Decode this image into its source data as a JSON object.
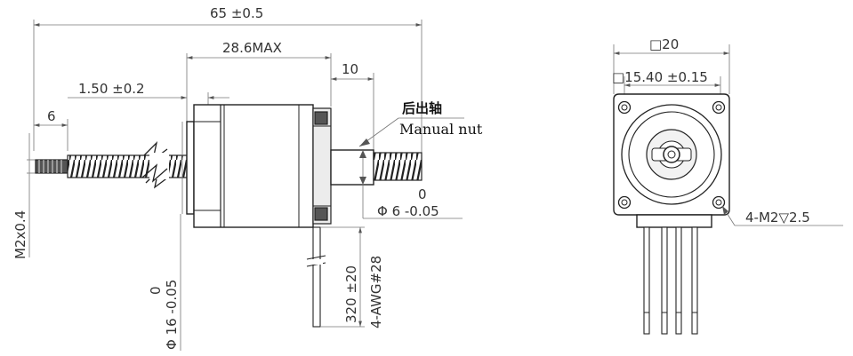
{
  "dimensions": {
    "overall_length": "65 ±0.5",
    "body_length": "28.6MAX",
    "front_boss": "1.50 ±0.2",
    "thread_end": "6",
    "nut_length": "10",
    "thread_spec": "M2x0.4",
    "boss_dia_upper": "0",
    "boss_dia": "Φ 16 -0.05",
    "nut_dia_upper": "0",
    "nut_dia": "Φ 6 -0.05",
    "lead_length": "320 ±20",
    "wire_spec": "4-AWG#28",
    "flange_size": "□20",
    "hole_pitch": "□15.40 ±0.15",
    "mount_holes": "4-M2▽2.5"
  },
  "labels": {
    "nut_cn": "后出轴",
    "nut_en": "Manual nut"
  }
}
